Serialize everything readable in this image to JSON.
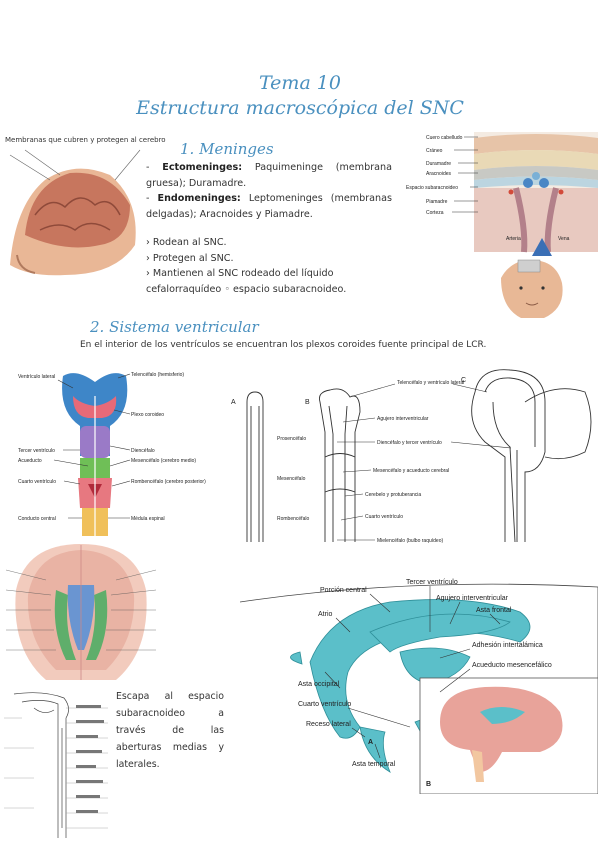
{
  "header": {
    "title": "Tema 10",
    "subtitle": "Estructura macroscópica del SNC"
  },
  "meninges": {
    "heading": "1.  Meninges",
    "image_caption": "Membranas que cubren y protegen al cerebro",
    "ecto_label": "Ectomeninges:",
    "ecto_text": " Paquimeninge (membrana gruesa); Duramadre.",
    "endo_label": "Endomeninges:",
    "endo_text": " Leptomeninges (membranas delgadas); Aracnoides y Piamadre.",
    "bullets": [
      "› Rodean al SNC.",
      "› Protegen al SNC.",
      "› Mantienen al SNC rodeado del líquido cefalorraquídeo ◦ espacio subaracnoideo."
    ],
    "layer_labels": [
      "Cuero cabelludo",
      "Cráneo",
      "Duramadre",
      "Aracnoides",
      "Espacio subaracnoideo",
      "Piamadre",
      "Corteza"
    ],
    "arrow_labels": [
      "Arteria",
      "Vena"
    ]
  },
  "ventricular": {
    "heading": "2.  Sistema ventricular",
    "intro": "En el interior de los ventrículos se encuentran los plexos coroides  fuente principal de LCR.",
    "escape_text": "Escapa al espacio subaracnoideo a través de las aberturas medias y laterales.",
    "fig1_left_labels": [
      "Ventrículo lateral",
      "Tercer ventrículo",
      "Acueducto",
      "Cuarto ventrículo",
      "Conducto central"
    ],
    "fig1_right_labels": [
      "Telencéfalo (hemisferio)",
      "Plexo coroideo",
      "Diencéfalo",
      "Mesencéfalo (cerebro medio)",
      "Rombencéfalo (cerebro posterior)",
      "Médula espinal"
    ],
    "fig2_letters": [
      "A",
      "B",
      "C"
    ],
    "fig2_left_labels": [
      "Prosencéfalo",
      "Mesencéfalo",
      "Rombencéfalo"
    ],
    "fig2_labels": [
      "Telencéfalo y ventrículo lateral",
      "Agujero interventricular",
      "Diencéfalo y tercer ventrículo",
      "Mesencéfalo y acueducto cerebral",
      "Cerebelo y protuberancia",
      "Cuarto ventrículo",
      "Mielencéfalo (bulbo raquídeo)"
    ],
    "fig3_labels": [
      "Porción central",
      "Tercer ventrículo",
      "Agujero interventricular",
      "Atrio",
      "Asta frontal",
      "Adhesión intertalámica",
      "Asta occipital",
      "Acueducto mesencefálico",
      "Cuarto ventrículo",
      "Receso lateral",
      "Asta temporal"
    ],
    "fig3_letters": [
      "A",
      "B"
    ]
  },
  "colors": {
    "accent": "#4a90bf",
    "ventricle": "#5bbfc9",
    "brain": "#e8a39a"
  }
}
